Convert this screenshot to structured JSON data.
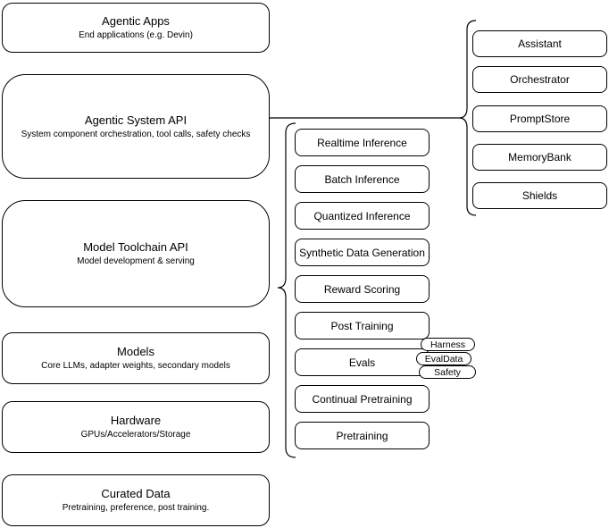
{
  "colors": {
    "stroke": "#000000",
    "background": "#ffffff",
    "text": "#000000"
  },
  "left_column": {
    "boxes": [
      {
        "title": "Agentic Apps",
        "subtitle": "End applications (e.g. Devin)"
      },
      {
        "title": "Agentic System API",
        "subtitle": "System component orchestration, tool calls, safety checks"
      },
      {
        "title": "Model Toolchain API",
        "subtitle": "Model development & serving"
      },
      {
        "title": "Models",
        "subtitle": "Core LLMs, adapter weights, secondary models"
      },
      {
        "title": "Hardware",
        "subtitle": "GPUs/Accelerators/Storage"
      },
      {
        "title": "Curated Data",
        "subtitle": "Pretraining, preference, post training."
      }
    ]
  },
  "middle_column": {
    "items": [
      {
        "label": "Realtime Inference"
      },
      {
        "label": "Batch Inference"
      },
      {
        "label": "Quantized Inference"
      },
      {
        "label": "Synthetic Data Generation"
      },
      {
        "label": "Reward Scoring"
      },
      {
        "label": "Post Training"
      },
      {
        "label": "Evals"
      },
      {
        "label": "Continual Pretraining"
      },
      {
        "label": "Pretraining"
      }
    ]
  },
  "right_column": {
    "items": [
      {
        "label": "Assistant"
      },
      {
        "label": "Orchestrator"
      },
      {
        "label": "PromptStore"
      },
      {
        "label": "MemoryBank"
      },
      {
        "label": "Shields"
      }
    ]
  },
  "eval_tags": {
    "items": [
      {
        "label": "Harness"
      },
      {
        "label": "EvalData"
      },
      {
        "label": "Safety"
      }
    ]
  }
}
